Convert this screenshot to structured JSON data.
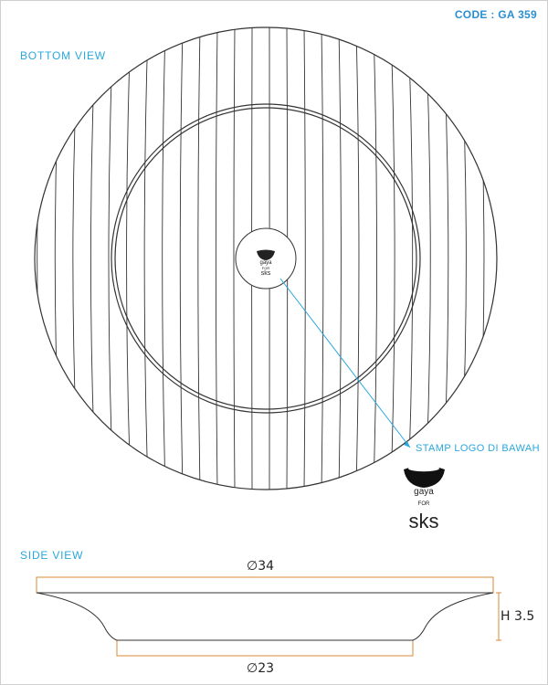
{
  "header": {
    "code": "CODE : GA 359"
  },
  "bottom_view": {
    "title": "BOTTOM VIEW"
  },
  "stamp": {
    "label": "STAMP LOGO DI BAWAH",
    "logo": {
      "gaya": "gaya",
      "for": "FOR",
      "sks": "sks"
    }
  },
  "side_view": {
    "title": "SIDE VIEW",
    "top_diameter": "34",
    "bottom_diameter": "23",
    "height": "H 3.5"
  },
  "colors": {
    "accent": "#2aa7de",
    "dimension_box": "#d98a3a",
    "line": "#333333"
  }
}
